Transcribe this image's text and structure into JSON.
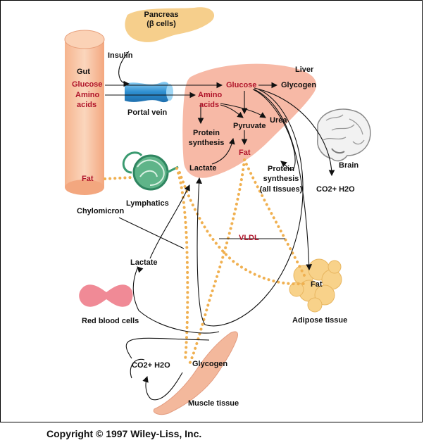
{
  "labels": {
    "pancreas": "Pancreas",
    "beta_cells": "(β cells)",
    "insulin": "Insulin",
    "gut": "Gut",
    "gut_glucose": "Glucose",
    "gut_amino": "Amino",
    "gut_acids": "acids",
    "portal_vein": "Portal vein",
    "liver": "Liver",
    "liver_glucose": "Glucose",
    "glycogen": "Glycogen",
    "liver_amino": "Amino",
    "liver_acids": "acids",
    "urea": "Urea",
    "pyruvate": "Pyruvate",
    "protein_synthesis_1": "Protein",
    "protein_synthesis_2": "synthesis",
    "liver_fat": "Fat",
    "liver_lactate": "Lactate",
    "protein_all_1": "Protein",
    "protein_all_2": "synthesis",
    "protein_all_3": "(all tissues)",
    "brain": "Brain",
    "brain_co2": "CO2+  H2O",
    "gut_fat": "Fat",
    "lymphatics": "Lymphatics",
    "chylomicron": "Chylomicron",
    "vldl": "VLDL",
    "lactate": "Lactate",
    "adipose_fat": "Fat",
    "red_blood_cells": "Red blood cells",
    "adipose_tissue": "Adipose tissue",
    "muscle_co2": "CO2+  H2O",
    "muscle_glycogen": "Glycogen",
    "muscle_tissue": "Muscle tissue"
  },
  "copyright": "Copyright © 1997 Wiley-Liss, Inc.",
  "colors": {
    "organ_fill": "#f7b9a6",
    "pancreas_fill": "#f6cf8c",
    "portal_vein": "#4aa3d8",
    "lymphatics": "#3a9a70",
    "rbc": "#f08a96",
    "adipose": "#f8d28a",
    "dots": "#f0b050",
    "red_text": "#b0142a"
  }
}
